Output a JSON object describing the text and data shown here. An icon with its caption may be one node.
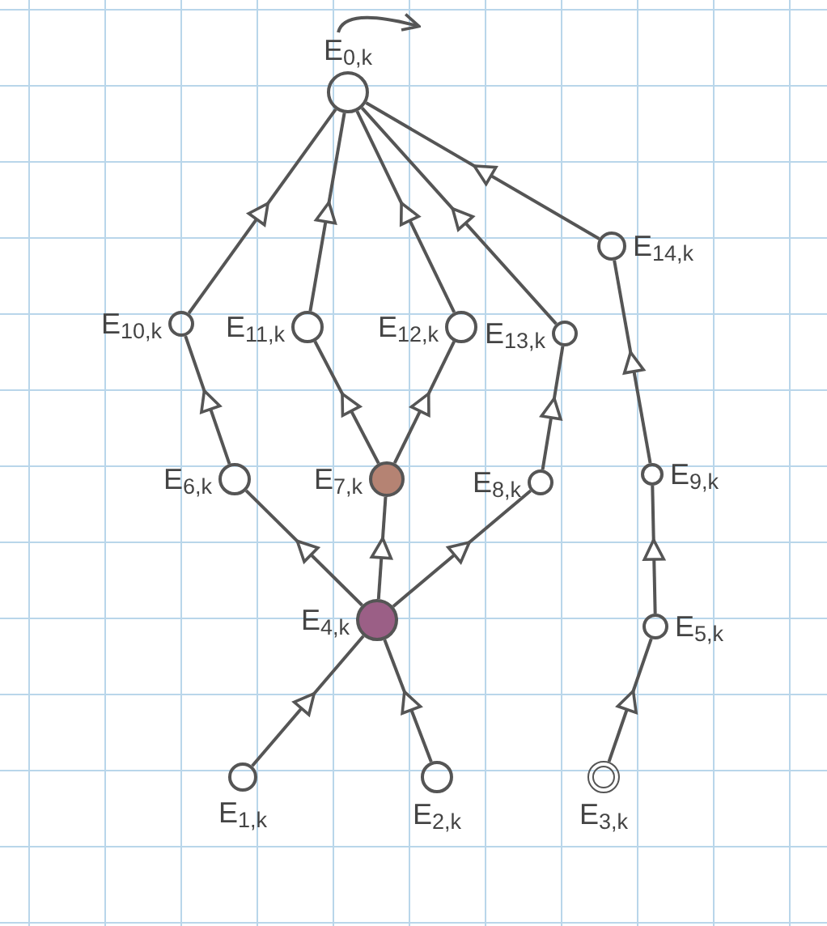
{
  "diagram": {
    "nodes": [
      {
        "text": [
          "E$_{0,k}$"
        ]
      },
      {
        "text": [
          "E$_{14,k}$"
        ]
      },
      {
        "text": [
          "E$_{10,k}$"
        ]
      },
      {
        "text": [
          "E$_{11,k}$"
        ]
      },
      {
        "text": [
          "E$_{12,k}$"
        ]
      },
      {
        "text": [
          "E$_{13,k}$"
        ]
      },
      {
        "text": [
          "E$_{6,k}$"
        ]
      },
      {
        "text": [
          "E$_{7,k}$"
        ]
      },
      {
        "text": [
          "E$_{8,k}$"
        ]
      },
      {
        "text": [
          "E$_{9,k}$"
        ]
      },
      {
        "text": [
          "E$_{4,k}$"
        ]
      },
      {
        "text": [
          "E$_{5,k}$"
        ]
      },
      {
        "text": [
          "E$_{1,k}$"
        ]
      },
      {
        "text": [
          "E$_{2,k}$"
        ]
      },
      {
        "text": [
          "E$_{3,k}$"
        ]
      }
    ],
    "edges": [
      {
        "from": 0,
        "to": null,
        "arrow": "to"
      },
      {
        "from": 1,
        "to": 0,
        "arrow": "to"
      },
      {
        "from": 2,
        "to": 0,
        "arrow": "to"
      },
      {
        "from": 3,
        "to": 0,
        "arrow": "to"
      },
      {
        "from": 4,
        "to": 0,
        "arrow": "to"
      },
      {
        "from": 5,
        "to": 0,
        "arrow": "to"
      },
      {
        "from": 6,
        "to": 2,
        "arrow": "to"
      },
      {
        "from": 7,
        "to": 3,
        "arrow": "to"
      },
      {
        "from": 7,
        "to": 4,
        "arrow": "to"
      },
      {
        "from": 8,
        "to": 5,
        "arrow": "to"
      },
      {
        "from": 9,
        "to": 1,
        "arrow": "to"
      },
      {
        "from": 10,
        "to": 6,
        "arrow": "to"
      },
      {
        "from": 10,
        "to": 7,
        "arrow": "to"
      },
      {
        "from": 10,
        "to": 8,
        "arrow": "to"
      },
      {
        "from": 11,
        "to": 9,
        "arrow": "to"
      },
      {
        "from": 12,
        "to": 10,
        "arrow": "to"
      },
      {
        "from": 13,
        "to": 10,
        "arrow": "to"
      },
      {
        "from": 14,
        "to": 11,
        "arrow": "to"
      }
    ]
  }
}
